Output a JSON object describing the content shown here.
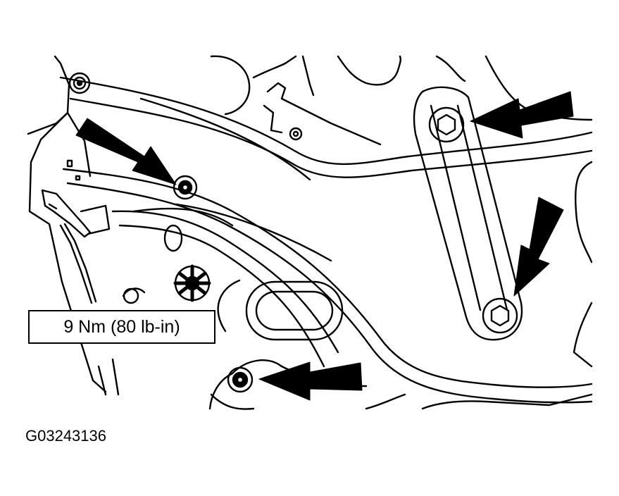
{
  "figure": {
    "callout_torque": "9 Nm (80 lb-in)",
    "figure_id": "G03243136",
    "line_color": "#000000",
    "background_color": "#ffffff",
    "fastener_count": 4
  }
}
